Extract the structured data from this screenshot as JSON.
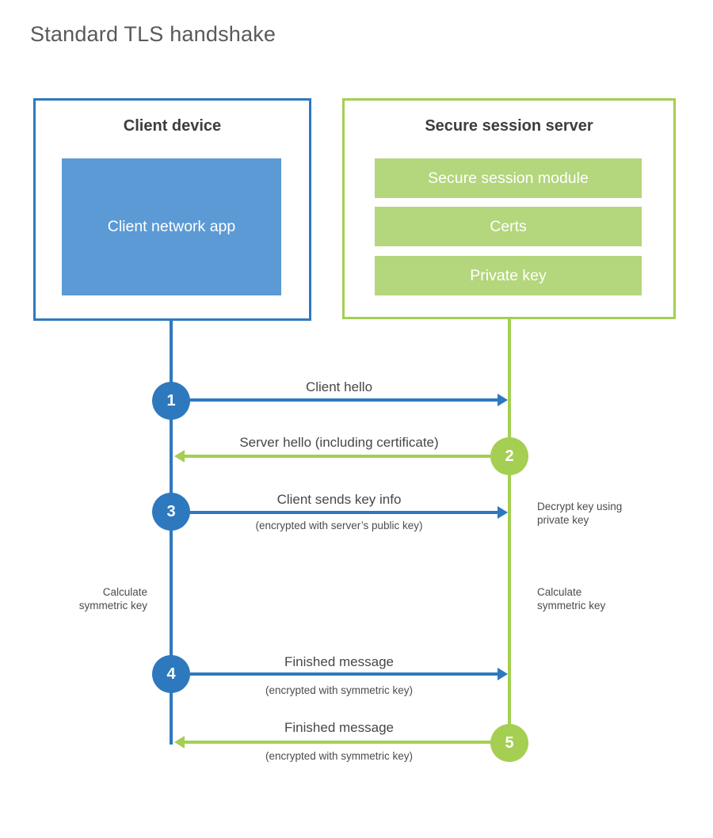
{
  "page": {
    "title": "Standard TLS handshake"
  },
  "colors": {
    "client_accent": "#2e79be",
    "client_fill": "#5b9ad5",
    "server_accent": "#a4cf52",
    "server_fill": "#b4d67c",
    "title_text": "#58595b",
    "heading_text": "#3d3d3f",
    "label_text": "#47474a",
    "module_text": "#ffffff"
  },
  "client": {
    "title": "Client device",
    "module": "Client network app"
  },
  "server": {
    "title": "Secure session server",
    "modules": [
      "Secure session module",
      "Certs",
      "Private key"
    ]
  },
  "messages": [
    {
      "step": "1",
      "direction": "client-to-server",
      "label": "Client hello",
      "sublabel": ""
    },
    {
      "step": "2",
      "direction": "server-to-client",
      "label": "Server hello (including certificate)",
      "sublabel": ""
    },
    {
      "step": "3",
      "direction": "client-to-server",
      "label": "Client sends key info",
      "sublabel": "(encrypted with server’s public key)"
    },
    {
      "step": "4",
      "direction": "client-to-server",
      "label": "Finished message",
      "sublabel": "(encrypted with symmetric key)"
    },
    {
      "step": "5",
      "direction": "server-to-client",
      "label": "Finished message",
      "sublabel": "(encrypted with symmetric key)"
    }
  ],
  "notes": {
    "decrypt": {
      "line1": "Decrypt key using",
      "line2": "private key"
    },
    "calc_client": {
      "line1": "Calculate",
      "line2": "symmetric key"
    },
    "calc_server": {
      "line1": "Calculate",
      "line2": "symmetric key"
    }
  }
}
